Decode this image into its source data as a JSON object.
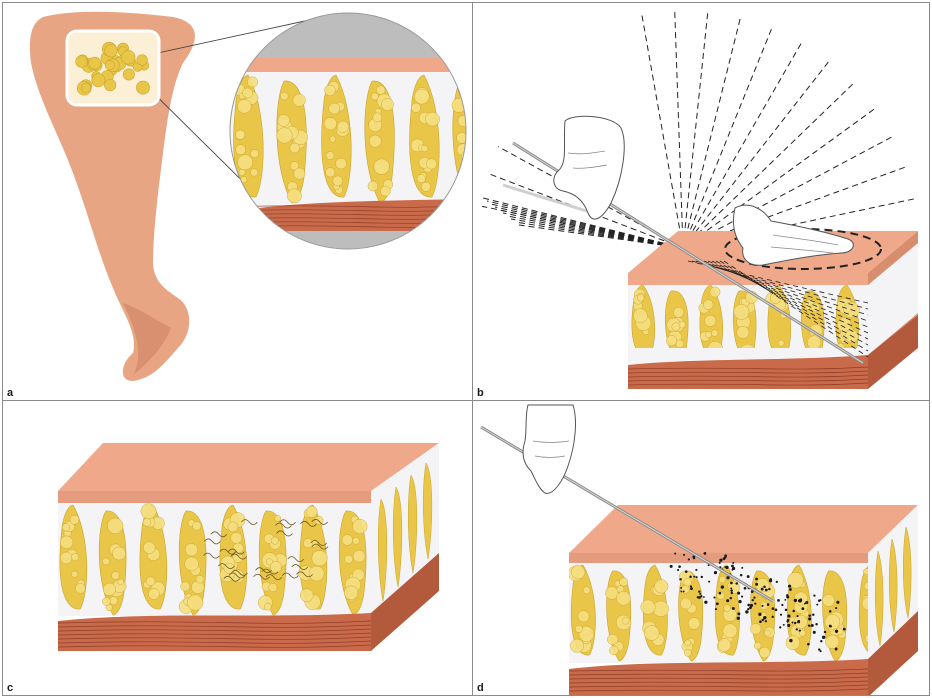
{
  "panels": [
    {
      "id": "a",
      "label": "a"
    },
    {
      "id": "b",
      "label": "b"
    },
    {
      "id": "c",
      "label": "c"
    },
    {
      "id": "d",
      "label": "d"
    }
  ],
  "colors": {
    "skin": "#efa98a",
    "skin_side": "#d98d6f",
    "leg": "#e8a583",
    "leg_shadow": "#d89070",
    "fat": "#e9c648",
    "fat_light": "#f6df80",
    "fat_dark": "#c9a42c",
    "septa": "#f4f4f6",
    "septa_shadow": "#d8d8dc",
    "muscle": "#c96a4a",
    "muscle_line": "#8f3d27",
    "glove": "#ffffff",
    "glove_outline": "#555555",
    "cannula": "#8c8c8c",
    "zoom_frame": "#bdbdbd"
  }
}
